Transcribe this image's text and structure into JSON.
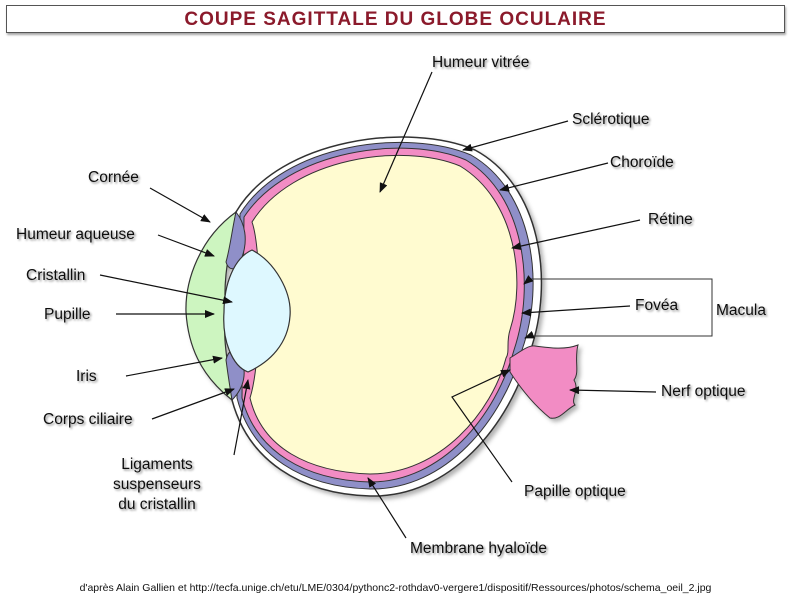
{
  "title": "COUPE SAGITTALE DU GLOBE OCULAIRE",
  "labels": {
    "humeur_vitree": "Humeur vitrée",
    "sclerotique": "Sclérotique",
    "choroide": "Choroïde",
    "retine": "Rétine",
    "fovea": "Fovéa",
    "macula": "Macula",
    "nerf_optique": "Nerf optique",
    "papille_optique": "Papille optique",
    "membrane_hyaloide": "Membrane hyaloïde",
    "cornee": "Cornée",
    "humeur_aqueuse": "Humeur aqueuse",
    "cristallin": "Cristallin",
    "pupille": "Pupille",
    "iris": "Iris",
    "corps_ciliaire": "Corps ciliaire",
    "ligaments_1": "Ligaments",
    "ligaments_2": "suspenseurs",
    "ligaments_3": "du cristallin"
  },
  "credit": "d'après Alain Gallien et http://tecfa.unige.ch/etu/LME/0304/pythonc2-rothdav0-vergere1/dispositif/Ressources/photos/schema_oeil_2.jpg",
  "colors": {
    "title": "#8b1a2b",
    "vitreous": "#fffbd0",
    "retina": "#f28cc4",
    "choroid": "#8f8fc8",
    "aqueous": "#cdf5c0",
    "lens": "#def8ff"
  }
}
